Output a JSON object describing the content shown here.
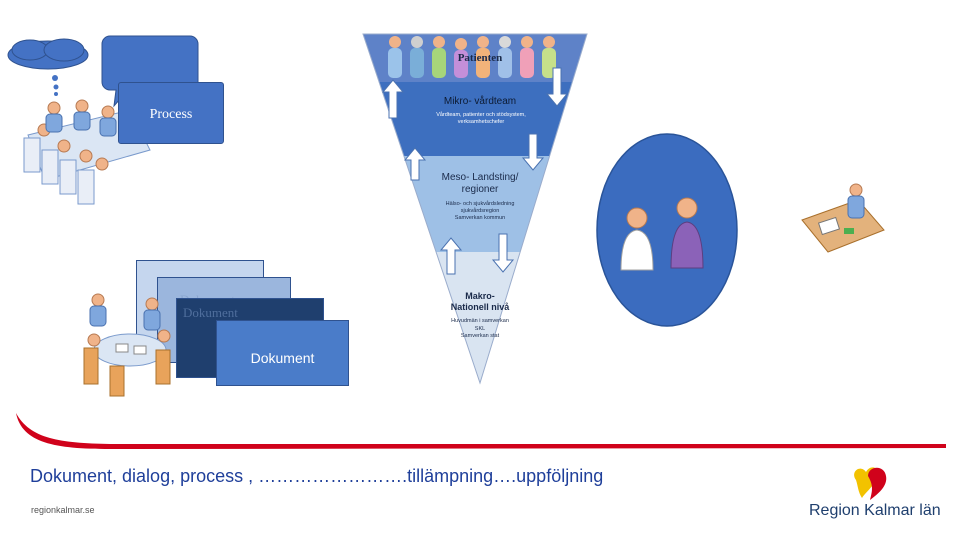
{
  "diagram": {
    "process_label": "Process",
    "document_label": "Dokument",
    "faint_doc_label_1": "Dokument",
    "faint_doc_label_2": "Dokument",
    "triangle": {
      "patients_label": "Patienten",
      "micro": {
        "title": "Mikro- vårdteam",
        "detail": "Vårdteam, patienter och stödsystem, verksamhetschefer"
      },
      "meso": {
        "title_line1": "Meso- Landsting/",
        "title_line2": "regioner",
        "detail_line1": "Hälso- och sjukvårdsledning",
        "detail_line2": "sjukvårdsregion",
        "detail_line3": "Samverkan kommun"
      },
      "macro": {
        "title_line1": "Makro-",
        "title_line2": "Nationell nivå",
        "detail_line1": "Huvudmän i samverkan",
        "detail_line2": "SKL",
        "detail_line3": "Samverkan stat"
      }
    },
    "colors": {
      "accent_blue": "#4472c4",
      "dark_blue": "#1f3f6e",
      "red_line": "#d0021b"
    }
  },
  "caption": "Dokument, dialog, process , …………………….tillämpning….uppföljning",
  "footer": {
    "url": "regionkalmar.se",
    "brand": "Region Kalmar län"
  }
}
